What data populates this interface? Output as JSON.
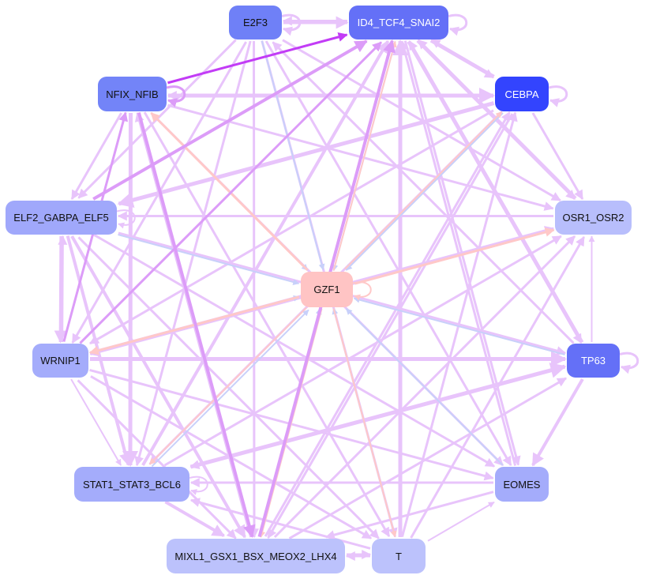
{
  "nodes": [
    {
      "id": "E2F3",
      "label": "E2F3",
      "color": "#6f80f7",
      "text": "#111111"
    },
    {
      "id": "ID4",
      "label": "ID4_TCF4_SNAI2",
      "color": "#6470f7",
      "text": "#ffffff"
    },
    {
      "id": "NFIX",
      "label": "NFIX_NFIB",
      "color": "#7384f8",
      "text": "#111111"
    },
    {
      "id": "CEBPA",
      "label": "CEBPA",
      "color": "#3344fe",
      "text": "#ffffff"
    },
    {
      "id": "ELF2",
      "label": "ELF2_GABPA_ELF5",
      "color": "#a0a8fb",
      "text": "#111111"
    },
    {
      "id": "OSR1",
      "label": "OSR1_OSR2",
      "color": "#b8befc",
      "text": "#111111"
    },
    {
      "id": "GZF1",
      "label": "GZF1",
      "color": "#ffc4c4",
      "text": "#111111"
    },
    {
      "id": "WRNIP1",
      "label": "WRNIP1",
      "color": "#a4acfb",
      "text": "#111111"
    },
    {
      "id": "TP63",
      "label": "TP63",
      "color": "#6470f7",
      "text": "#ffffff"
    },
    {
      "id": "STAT1",
      "label": "STAT1_STAT3_BCL6",
      "color": "#a4acfb",
      "text": "#111111"
    },
    {
      "id": "EOMES",
      "label": "EOMES",
      "color": "#a4acfb",
      "text": "#111111"
    },
    {
      "id": "MIXL1",
      "label": "MIXL1_GSX1_BSX_MEOX2_LHX4",
      "color": "#bcc2fc",
      "text": "#111111"
    },
    {
      "id": "T",
      "label": "T",
      "color": "#bcc2fc",
      "text": "#111111"
    }
  ],
  "edge_colors": {
    "purple": "#e8c4fb",
    "strong": "#dc9cf8",
    "dark": "#c23cf6",
    "pink": "#ffc8c8",
    "blue": "#c8d0fa"
  },
  "edges": [
    [
      "NFIX",
      "ID4",
      "dark",
      3
    ],
    [
      "E2F3",
      "ID4",
      "purple",
      4
    ],
    [
      "ID4",
      "E2F3",
      "purple",
      3
    ],
    [
      "E2F3",
      "E2F3",
      "purple",
      3
    ],
    [
      "ID4",
      "ID4",
      "purple",
      3
    ],
    [
      "NFIX",
      "NFIX",
      "strong",
      3
    ],
    [
      "CEBPA",
      "CEBPA",
      "purple",
      3
    ],
    [
      "TP63",
      "TP63",
      "purple",
      3
    ],
    [
      "GZF1",
      "GZF1",
      "pink",
      2
    ],
    [
      "MIXL1",
      "T",
      "purple",
      3
    ],
    [
      "T",
      "MIXL1",
      "purple",
      3
    ],
    [
      "ELF2",
      "ELF2",
      "purple",
      2
    ],
    [
      "STAT1",
      "STAT1",
      "purple",
      2
    ],
    [
      "GZF1",
      "NFIX",
      "pink",
      3
    ],
    [
      "GZF1",
      "OSR1",
      "pink",
      3
    ],
    [
      "GZF1",
      "CEBPA",
      "pink",
      2
    ],
    [
      "GZF1",
      "WRNIP1",
      "pink",
      3
    ],
    [
      "GZF1",
      "STAT1",
      "pink",
      2
    ],
    [
      "GZF1",
      "T",
      "pink",
      2
    ],
    [
      "GZF1",
      "MIXL1",
      "pink",
      2
    ],
    [
      "GZF1",
      "ID4",
      "pink",
      2
    ],
    [
      "E2F3",
      "GZF1",
      "blue",
      2
    ],
    [
      "NFIX",
      "GZF1",
      "blue",
      2
    ],
    [
      "ELF2",
      "GZF1",
      "blue",
      2
    ],
    [
      "TP63",
      "GZF1",
      "blue",
      2
    ],
    [
      "EOMES",
      "GZF1",
      "blue",
      2
    ],
    [
      "T",
      "GZF1",
      "blue",
      2
    ],
    [
      "ID4",
      "GZF1",
      "blue",
      2
    ],
    [
      "CEBPA",
      "GZF1",
      "blue",
      2
    ],
    [
      "STAT1",
      "GZF1",
      "blue",
      2
    ],
    [
      "MIXL1",
      "GZF1",
      "blue",
      2
    ],
    [
      "WRNIP1",
      "GZF1",
      "blue",
      2
    ],
    [
      "NFIX",
      "CEBPA",
      "purple",
      5
    ],
    [
      "CEBPA",
      "ELF2",
      "purple",
      5
    ],
    [
      "CEBPA",
      "WRNIP1",
      "purple",
      3
    ],
    [
      "CEBPA",
      "STAT1",
      "purple",
      3
    ],
    [
      "CEBPA",
      "MIXL1",
      "purple",
      3
    ],
    [
      "CEBPA",
      "OSR1",
      "purple",
      3
    ],
    [
      "CEBPA",
      "ID4",
      "purple",
      3
    ],
    [
      "CEBPA",
      "NFIX",
      "purple",
      3
    ],
    [
      "ELF2",
      "ID4",
      "strong",
      4
    ],
    [
      "WRNIP1",
      "ID4",
      "strong",
      3
    ],
    [
      "MIXL1",
      "ID4",
      "strong",
      4
    ],
    [
      "STAT1",
      "ID4",
      "purple",
      4
    ],
    [
      "T",
      "ID4",
      "purple",
      5
    ],
    [
      "EOMES",
      "ID4",
      "purple",
      3
    ],
    [
      "TP63",
      "ID4",
      "purple",
      3
    ],
    [
      "OSR1",
      "ID4",
      "purple",
      3
    ],
    [
      "NFIX",
      "MIXL1",
      "strong",
      4
    ],
    [
      "MIXL1",
      "NFIX",
      "purple",
      3
    ],
    [
      "NFIX",
      "STAT1",
      "purple",
      5
    ],
    [
      "WRNIP1",
      "NFIX",
      "strong",
      3
    ],
    [
      "NFIX",
      "ELF2",
      "purple",
      3
    ],
    [
      "NFIX",
      "OSR1",
      "purple",
      3
    ],
    [
      "NFIX",
      "T",
      "purple",
      3
    ],
    [
      "NFIX",
      "EOMES",
      "purple",
      3
    ],
    [
      "E2F3",
      "ELF2",
      "purple",
      3
    ],
    [
      "E2F3",
      "WRNIP1",
      "purple",
      3
    ],
    [
      "E2F3",
      "STAT1",
      "purple",
      3
    ],
    [
      "E2F3",
      "MIXL1",
      "purple",
      3
    ],
    [
      "E2F3",
      "T",
      "purple",
      3
    ],
    [
      "E2F3",
      "EOMES",
      "purple",
      3
    ],
    [
      "E2F3",
      "OSR1",
      "purple",
      3
    ],
    [
      "TP63",
      "E2F3",
      "purple",
      3
    ],
    [
      "ELF2",
      "WRNIP1",
      "purple",
      4
    ],
    [
      "WRNIP1",
      "ELF2",
      "purple",
      3
    ],
    [
      "ELF2",
      "STAT1",
      "purple",
      4
    ],
    [
      "ELF2",
      "MIXL1",
      "purple",
      4
    ],
    [
      "ELF2",
      "T",
      "purple",
      3
    ],
    [
      "ELF2",
      "EOMES",
      "purple",
      3
    ],
    [
      "ELF2",
      "TP63",
      "purple",
      3
    ],
    [
      "OSR1",
      "ELF2",
      "purple",
      3
    ],
    [
      "WRNIP1",
      "TP63",
      "purple",
      5
    ],
    [
      "WRNIP1",
      "OSR1",
      "purple",
      3
    ],
    [
      "WRNIP1",
      "EOMES",
      "purple",
      3
    ],
    [
      "WRNIP1",
      "T",
      "purple",
      3
    ],
    [
      "WRNIP1",
      "STAT1",
      "purple",
      2
    ],
    [
      "WRNIP1",
      "MIXL1",
      "purple",
      3
    ],
    [
      "STAT1",
      "TP63",
      "purple",
      5
    ],
    [
      "STAT1",
      "OSR1",
      "purple",
      3
    ],
    [
      "EOMES",
      "STAT1",
      "purple",
      3
    ],
    [
      "STAT1",
      "MIXL1",
      "purple",
      4
    ],
    [
      "MIXL1",
      "OSR1",
      "purple",
      3
    ],
    [
      "MIXL1",
      "TP63",
      "purple",
      3
    ],
    [
      "MIXL1",
      "CEBPA",
      "purple",
      3
    ],
    [
      "EOMES",
      "MIXL1",
      "purple",
      3
    ],
    [
      "T",
      "OSR1",
      "purple",
      3
    ],
    [
      "T",
      "CEBPA",
      "purple",
      3
    ],
    [
      "T",
      "STAT1",
      "purple",
      3
    ],
    [
      "T",
      "EOMES",
      "purple",
      2
    ],
    [
      "TP63",
      "OSR1",
      "purple",
      2
    ],
    [
      "TP63",
      "EOMES",
      "purple",
      4
    ],
    [
      "TP63",
      "STAT1",
      "purple",
      3
    ],
    [
      "OSR1",
      "WRNIP1",
      "purple",
      3
    ],
    [
      "ID4",
      "OSR1",
      "purple",
      3
    ],
    [
      "ID4",
      "TP63",
      "purple",
      3
    ],
    [
      "ID4",
      "EOMES",
      "purple",
      3
    ],
    [
      "ID4",
      "CEBPA",
      "purple",
      3
    ]
  ]
}
